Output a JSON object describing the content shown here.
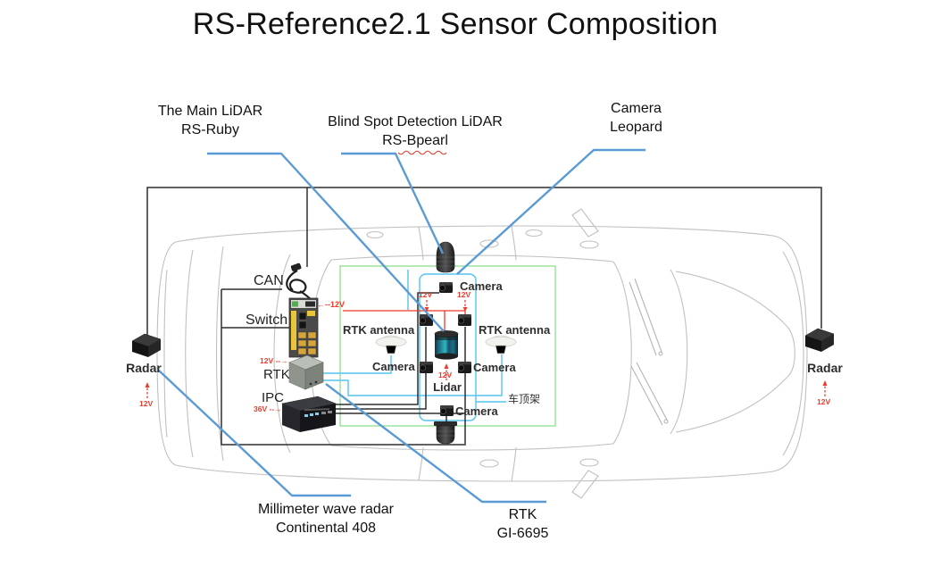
{
  "title": "RS-Reference2.1 Sensor Composition",
  "callouts": {
    "main_lidar": {
      "line1": "The Main LiDAR",
      "line2": "RS-Ruby"
    },
    "blind_spot_lidar": {
      "line1": "Blind Spot Detection LiDAR",
      "line2": "RS-Bpearl"
    },
    "camera": {
      "line1": "Camera",
      "line2": "Leopard"
    },
    "mm_wave_radar": {
      "line1": "Millimeter wave radar",
      "line2": "Continental 408"
    },
    "rtk_unit": {
      "line1": "RTK",
      "line2": "GI-6695"
    }
  },
  "components": {
    "can": "CAN",
    "switch": "Switch",
    "rtk": "RTK",
    "ipc": "IPC",
    "radar_left": "Radar",
    "radar_right": "Radar",
    "lidar": "Lidar",
    "camera_top": "Camera",
    "camera_left": "Camera",
    "camera_right": "Camera",
    "camera_bottom": "Camera",
    "rtk_antenna_left": "RTK antenna",
    "rtk_antenna_right": "RTK antenna",
    "roof_rack": "车顶架"
  },
  "power": {
    "switch_supply": "←--12V",
    "rtk_supply": "12V --→",
    "ipc_supply": "36V --→",
    "lidar_supply": "12V",
    "camera_top_left_supply": "12V",
    "camera_top_right_supply": "12V",
    "radar_left_supply": "12V",
    "radar_right_supply": "12V"
  },
  "colors": {
    "leader_blue": "#5b9bd5",
    "wire_red": "#ee3a2c",
    "wire_cyan": "#56c3ee",
    "wire_black": "#2f2f2f",
    "roof_rack_green": "#8ce08c"
  }
}
